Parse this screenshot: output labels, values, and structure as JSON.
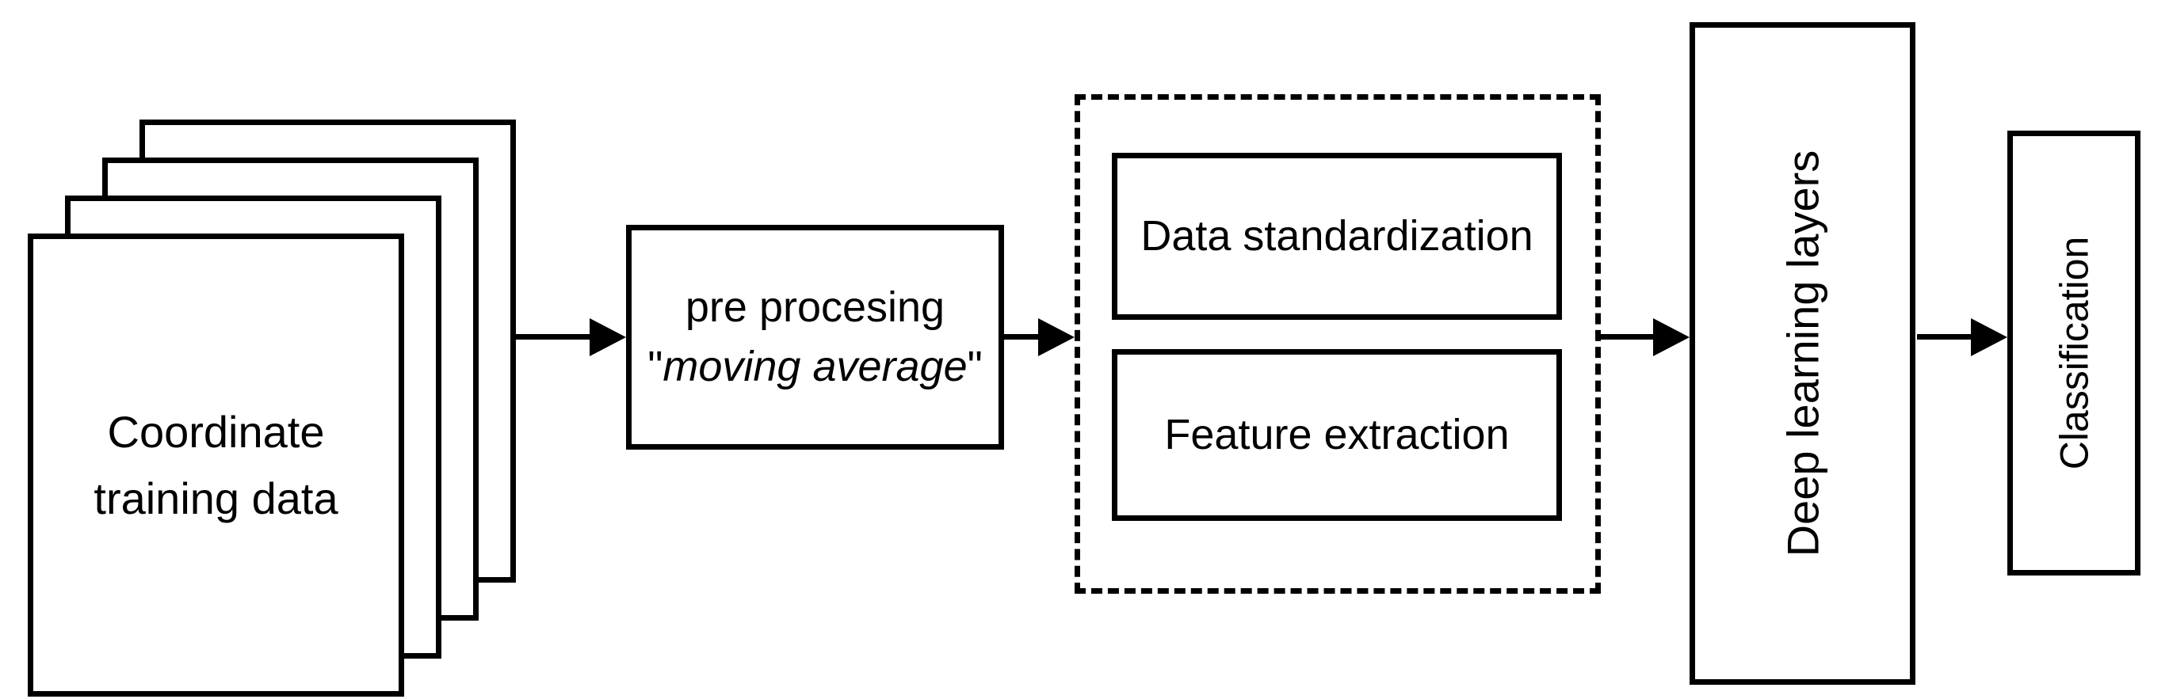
{
  "colors": {
    "ink": "#000000",
    "paper": "#ffffff"
  },
  "nodes": {
    "training_data": {
      "line1": "Coordinate",
      "line2": "training data"
    },
    "preprocessing": {
      "line1": "pre procesing",
      "quote_open": "\"",
      "emphasis": "moving average",
      "quote_close": "\""
    },
    "pipeline": {
      "data_standardization": {
        "label": "Data standardization"
      },
      "feature_extraction": {
        "label": "Feature extraction"
      }
    },
    "deep_learning": {
      "label": "Deep learning layers"
    },
    "classification": {
      "label": "Classification"
    }
  }
}
